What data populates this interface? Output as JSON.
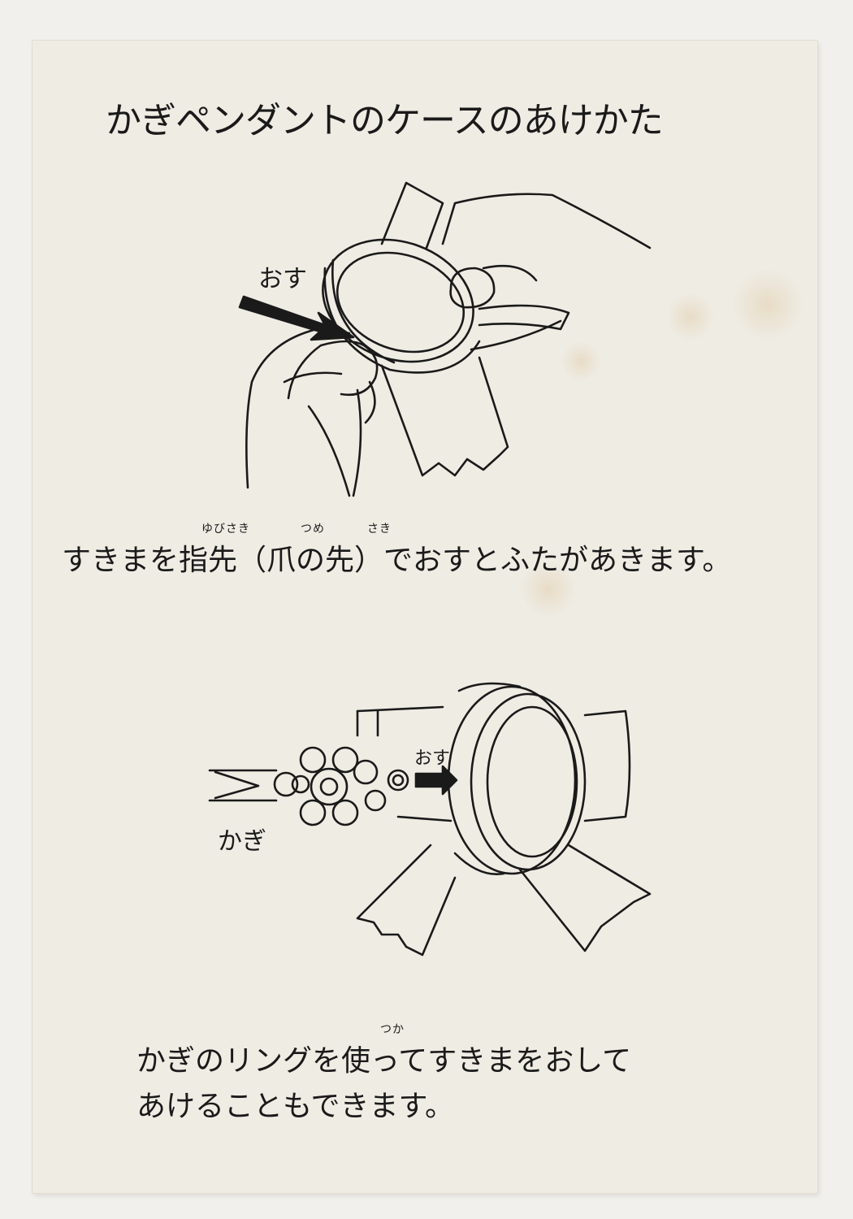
{
  "title": "かぎペンダントのケースのあけかた",
  "step1": {
    "caption": "すきまを指先（爪の先）でおすとふたがあきます。",
    "ruby_yubisaki": "ゆびさき",
    "ruby_tsume": "つめ",
    "ruby_saki": "さき",
    "arrow_label": "おす"
  },
  "step2": {
    "caption_line1": "かぎのリングを使ってすきまをおして",
    "caption_line2": "あけることもできます。",
    "ruby_tsuka": "つか",
    "arrow_label": "おす",
    "key_label": "かぎ"
  }
}
